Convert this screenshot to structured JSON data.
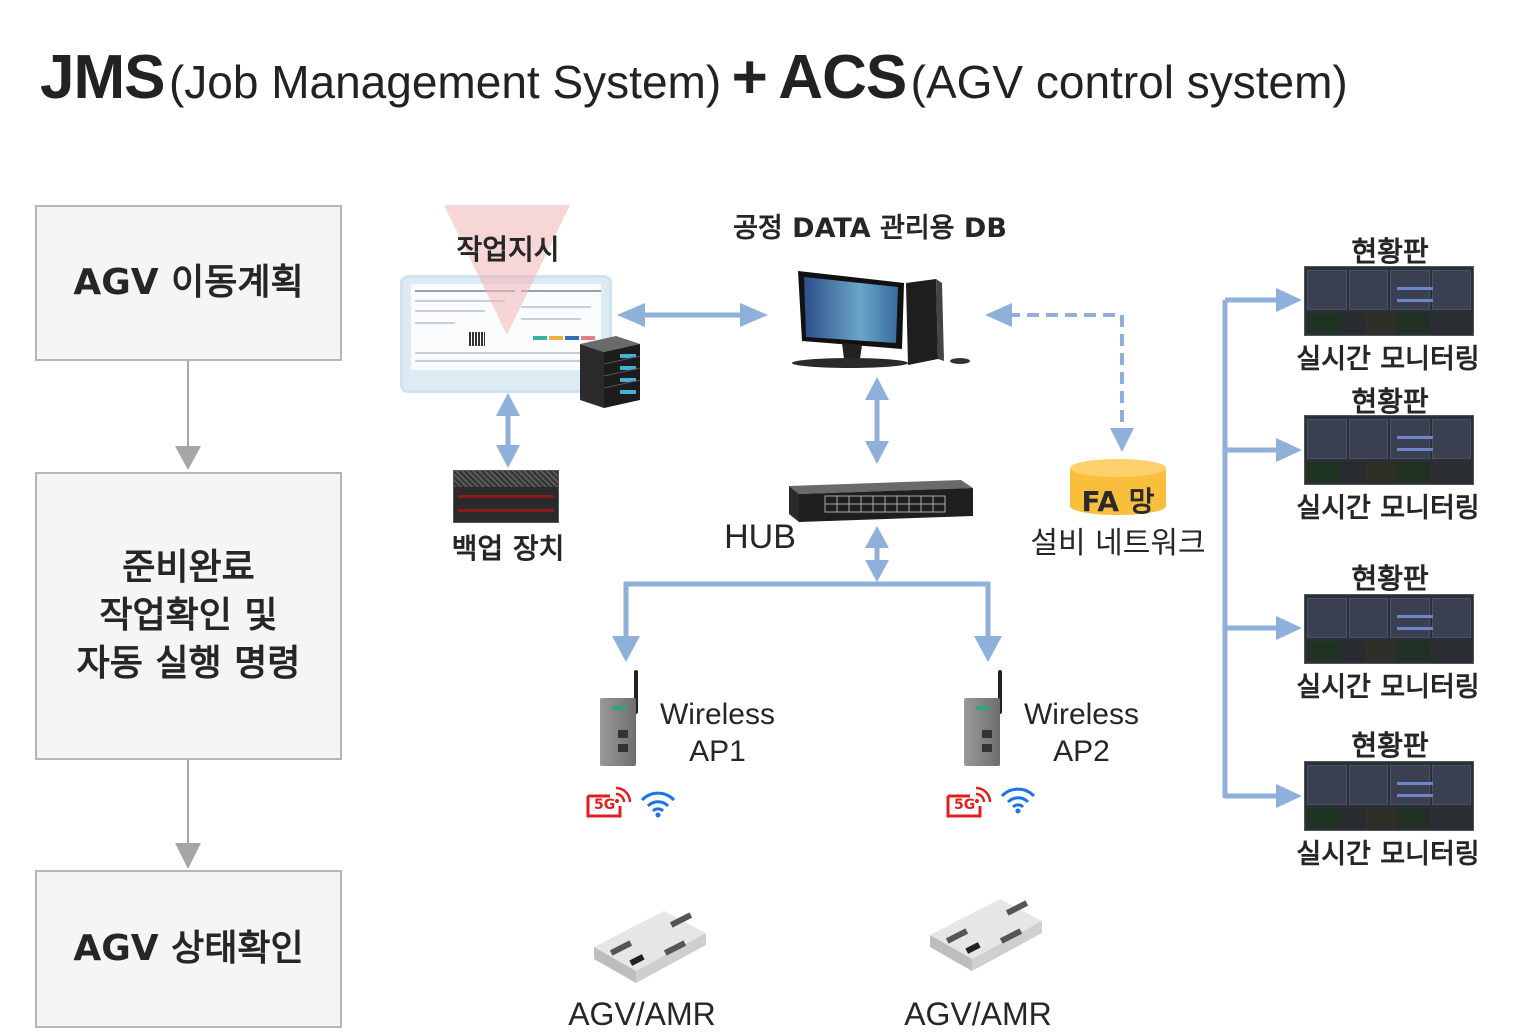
{
  "title": {
    "jms_abbr": "JMS",
    "jms_full": "(Job Management System)",
    "plus": "+",
    "acs_abbr": "ACS",
    "acs_full": "(AGV control system)"
  },
  "flow": {
    "steps": [
      {
        "lines": [
          "AGV 이동계획"
        ]
      },
      {
        "lines": [
          "준비완료",
          "작업확인 및",
          "자동 실행 명령"
        ]
      },
      {
        "lines": [
          "AGV 상태확인"
        ]
      }
    ]
  },
  "network": {
    "work_order_label": "작업지시",
    "db_label": "공정 DATA 관리용 DB",
    "backup_label": "백업 장치",
    "hub_label": "HUB",
    "fa_net_label": "FA 망",
    "fa_net_sublabel": "설비 네트워크",
    "ap1": {
      "line1": "Wireless",
      "line2": "AP1"
    },
    "ap2": {
      "line1": "Wireless",
      "line2": "AP2"
    },
    "badge_5g": "5G",
    "agv1_label": "AGV/AMR",
    "agv2_label": "AGV/AMR"
  },
  "dashboards": [
    {
      "title": "현황판",
      "caption": "실시간 모니터링"
    },
    {
      "title": "현황판",
      "caption": "실시간 모니터링"
    },
    {
      "title": "현황판",
      "caption": "실시간 모니터링"
    },
    {
      "title": "현황판",
      "caption": "실시간 모니터링"
    }
  ],
  "colors": {
    "connector_blue": "#8fb0da",
    "flow_arrow_gray": "#a6a6a6",
    "fa_yellow": "#f9bf3c",
    "badge_red": "#e02020",
    "wifi_blue": "#1a73e8"
  }
}
